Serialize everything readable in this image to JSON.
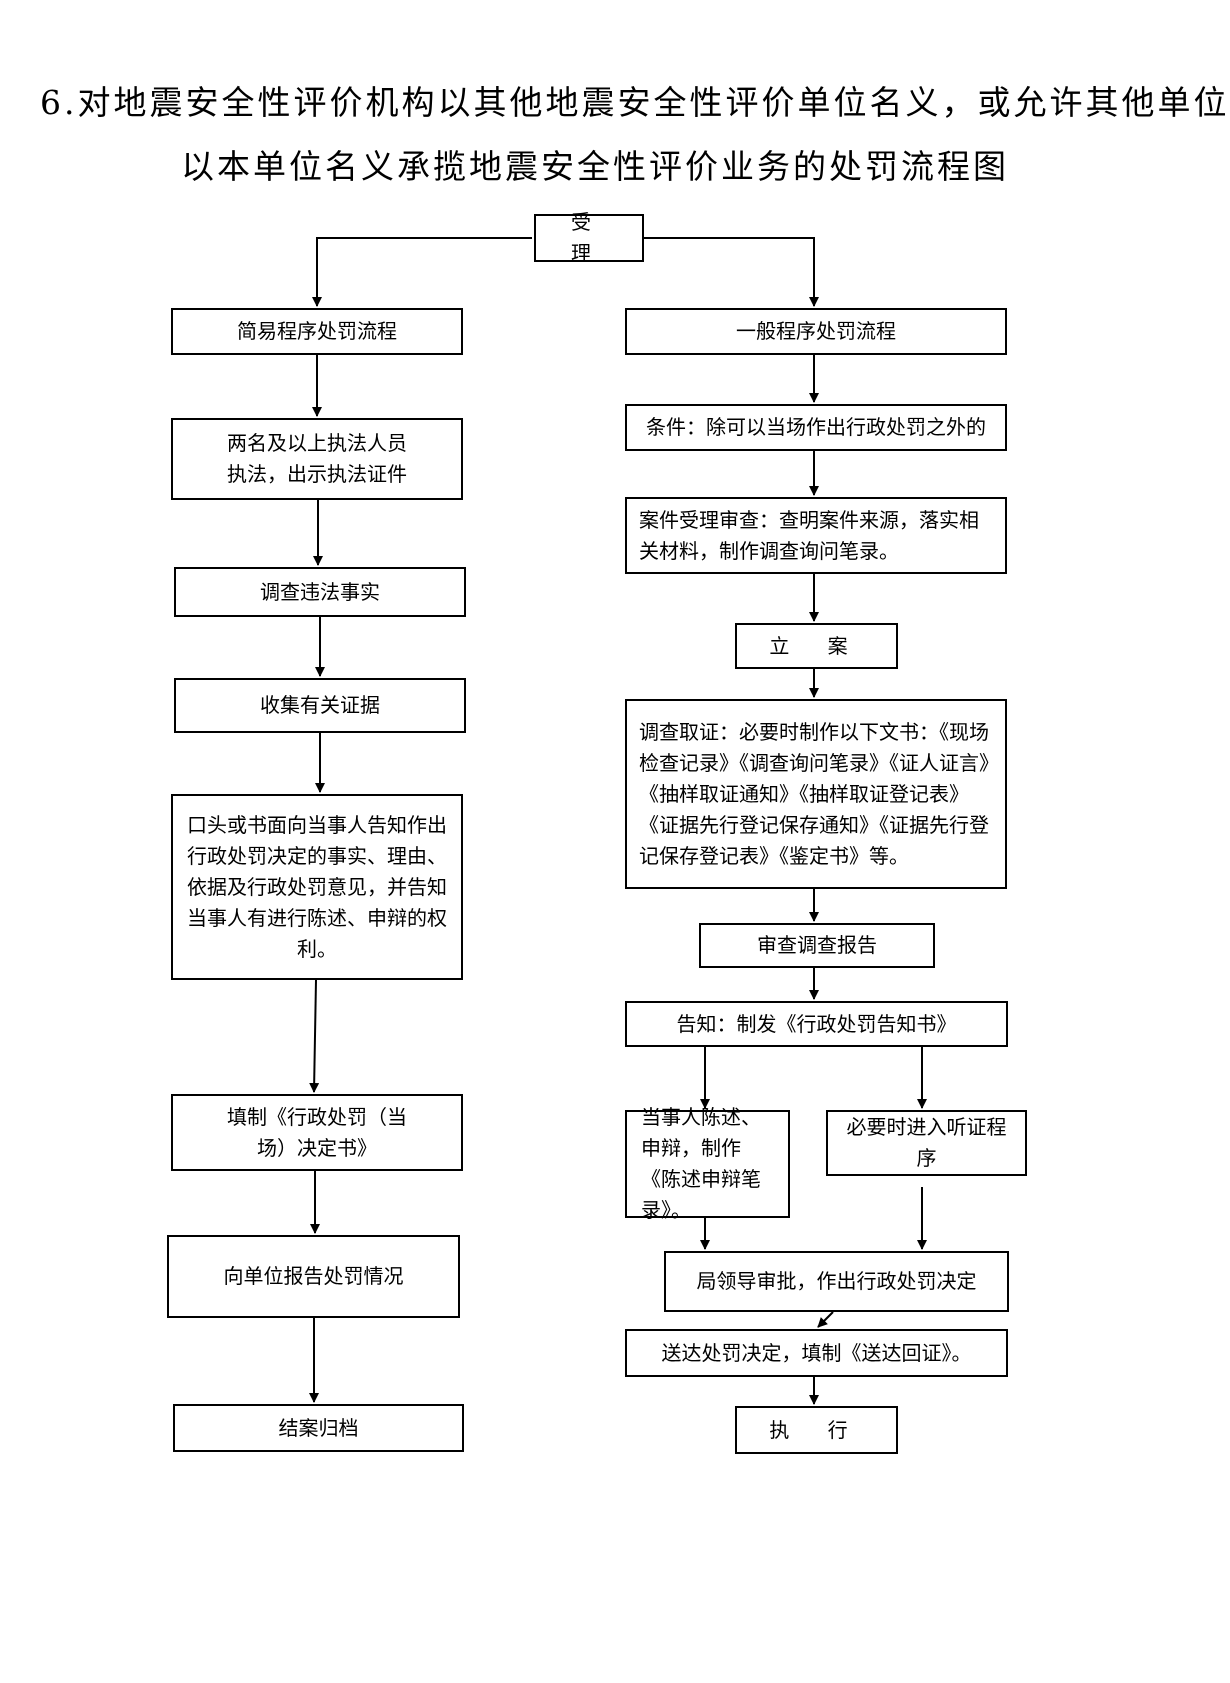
{
  "title": {
    "line1": "6.对地震安全性评价机构以其他地震安全性评价单位名义，或允许其他单位",
    "line2": "以本单位名义承揽地震安全性评价业务的处罚流程图"
  },
  "nodes": {
    "accept": "受 理",
    "simple_procedure": "简易程序处罚流程",
    "general_procedure": "一般程序处罚流程",
    "two_officers": "两名及以上执法人员执法，出示执法证件",
    "condition": "条件：除可以当场作出行政处罚之外的",
    "investigate_facts": "调查违法事实",
    "case_review": "案件受理审查：查明案件来源，落实相关材料，制作调查询问笔录。",
    "file_case": "立 案",
    "collect_evidence": "收集有关证据",
    "gather_evidence": "调查取证：必要时制作以下文书：《现场检查记录》《调查询问笔录》《证人证言》《抽样取证通知》《抽样取证登记表》《证据先行登记保存通知》《证据先行登记保存登记表》《鉴定书》等。",
    "notify_party": "口头或书面向当事人告知作出行政处罚决定的事实、理由、依据及行政处罚意见，并告知当事人有进行陈述、申辩的权利。",
    "review_report": "审查调查报告",
    "notice": "告知：制发《行政处罚告知书》",
    "fill_decision": "填制《行政处罚（当场）决定书》",
    "statement": "当事人陈述、申辩，制作《陈述申辩笔录》。",
    "hearing": "必要时进入听证程序",
    "report_unit": "向单位报告处罚情况",
    "leader_approval": "局领导审批，作出行政处罚决定",
    "serve_decision": "送达处罚决定，填制《送达回证》。",
    "close_archive": "结案归档",
    "execute": "执 行"
  }
}
